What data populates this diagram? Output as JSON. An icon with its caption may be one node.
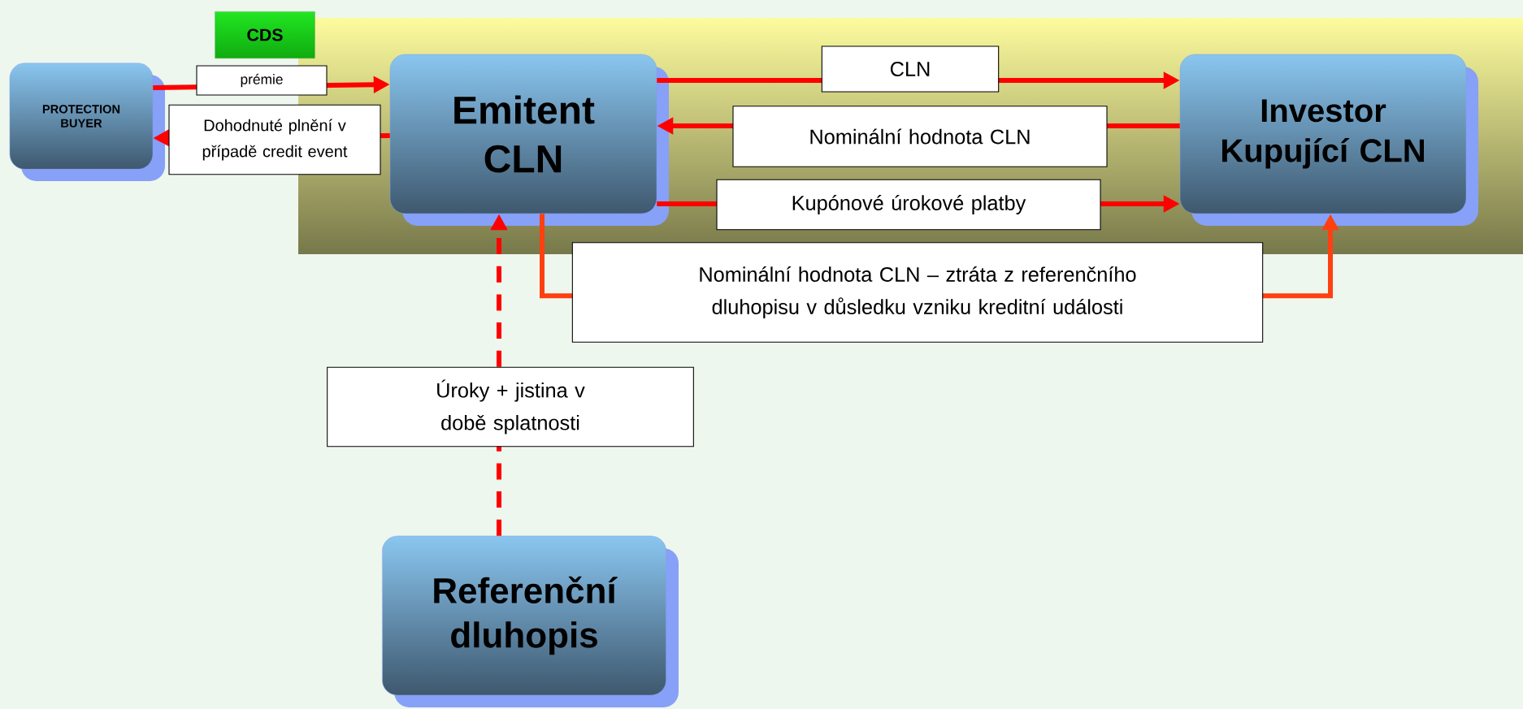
{
  "diagram": {
    "nodes": [
      {
        "text": [
          "PROTECTION BUYER"
        ]
      },
      {
        "text": [
          "Emitent CLN"
        ]
      },
      {
        "text": [
          "Investor Kupující CLN"
        ]
      },
      {
        "text": [
          "Referenční dluhopis"
        ]
      },
      {
        "text": [
          "CDS"
        ]
      }
    ],
    "edges": [
      {
        "from": 0,
        "to": 1,
        "arrow": "to",
        "label": "prémie"
      },
      {
        "from": 1,
        "to": 0,
        "arrow": "to",
        "label": "Dohodnuté plnění v případě credit event"
      },
      {
        "from": 1,
        "to": 2,
        "arrow": "to",
        "label": "CLN"
      },
      {
        "from": 2,
        "to": 1,
        "arrow": "to",
        "label": "Nominální hodnota CLN"
      },
      {
        "from": 1,
        "to": 2,
        "arrow": "to",
        "label": "Kupónové úrokové platby"
      },
      {
        "from": 1,
        "to": 2,
        "arrow": "to",
        "label": "Nominální hodnota CLN – ztráta z referenčního dluhopisu v důsledku vzniku kreditní události",
        "color": "#ff4010"
      },
      {
        "from": 3,
        "to": 1,
        "arrow": "to",
        "label": "Úroky + jistina v době splatnosti",
        "style": "dashed"
      }
    ]
  }
}
